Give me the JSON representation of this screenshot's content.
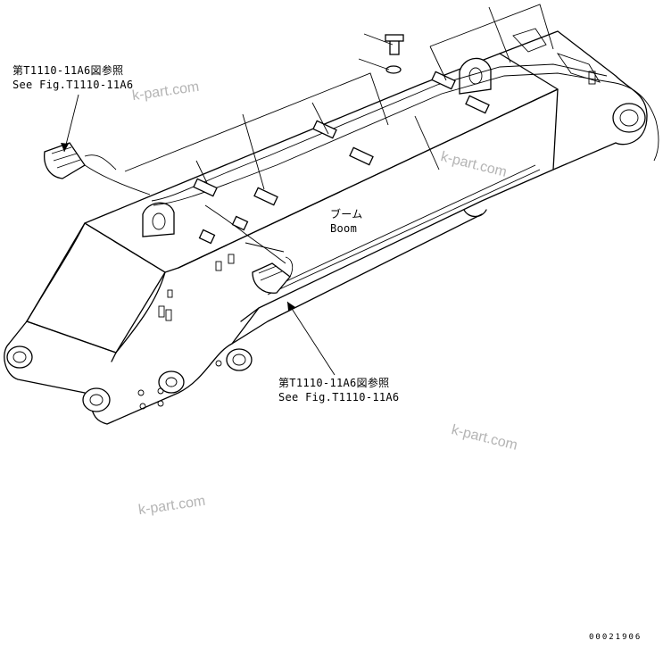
{
  "callouts": {
    "top_left": {
      "jp": "第T1110-11A6図参照",
      "en": "See Fig.T1110-11A6"
    },
    "bottom_center": {
      "jp": "第T1110-11A6図参照",
      "en": "See Fig.T1110-11A6"
    }
  },
  "part_label": {
    "jp": "ブーム",
    "en": "Boom"
  },
  "watermarks": [
    "k-part.com",
    "k-part.com",
    "k-part.com",
    "k-part.com"
  ],
  "reference_number": "00021906"
}
